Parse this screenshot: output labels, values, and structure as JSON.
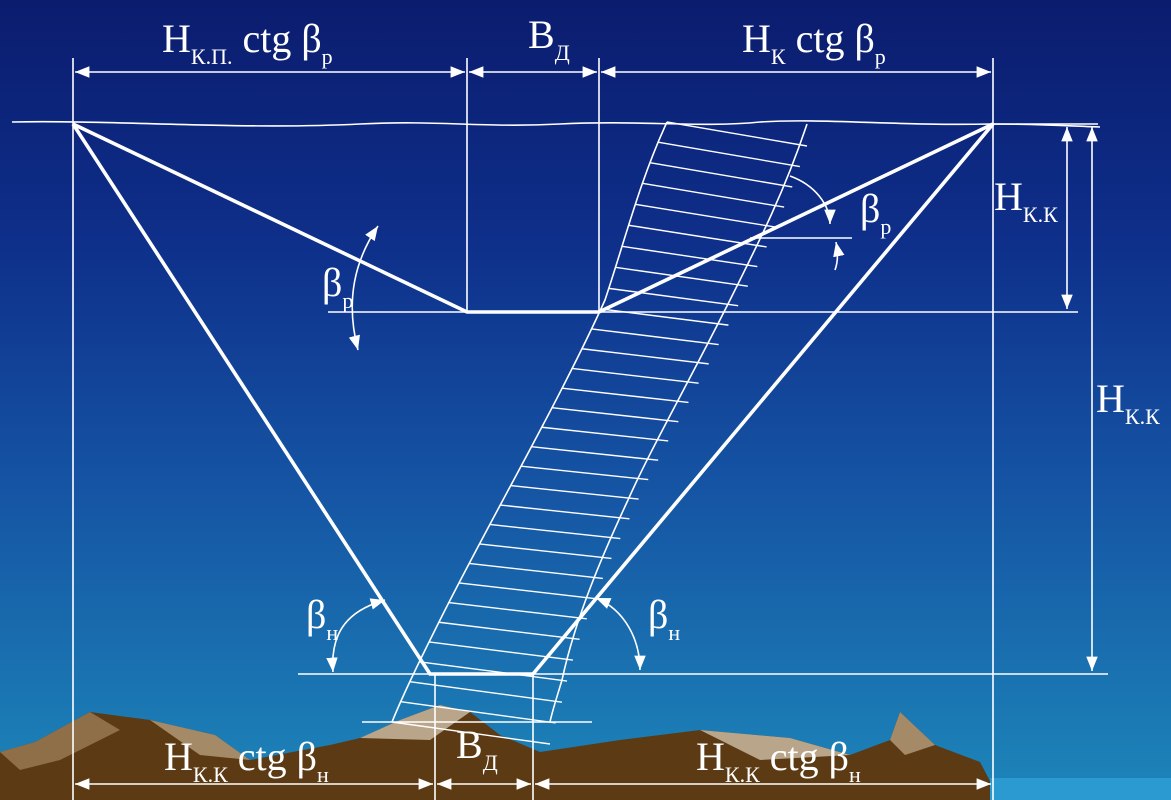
{
  "colors": {
    "background_top": "#0b1c6e",
    "background_bottom": "#1d86b9",
    "lines": "#ffffff",
    "rock": "#5c3a14",
    "rock_light": "#b9a58a"
  },
  "labels": {
    "top_left_dim": {
      "main": "H",
      "sub1": "К.П.",
      "mid": " ctg β",
      "sub2": "p"
    },
    "top_middle_dim": {
      "main": "B",
      "sub1": "Д"
    },
    "top_right_dim": {
      "main": "H",
      "sub1": "К",
      "mid": " ctg β",
      "sub2": "p"
    },
    "right_upper_height": {
      "main": "H",
      "sub1": "К.К"
    },
    "right_total_height": {
      "main": "H",
      "sub1": "К.К"
    },
    "angle_upper_left": {
      "main": "β",
      "sub1": "p"
    },
    "angle_upper_right": {
      "main": "β",
      "sub1": "p"
    },
    "angle_lower_left": {
      "main": "β",
      "sub1": "н"
    },
    "angle_lower_right": {
      "main": "β",
      "sub1": "н"
    },
    "bottom_left_dim": {
      "main": "H",
      "sub1": "К.К",
      "mid": " ctg β",
      "sub2": "н"
    },
    "bottom_middle_dim": {
      "main": "B",
      "sub1": "Д"
    },
    "bottom_right_dim": {
      "main": "H",
      "sub1": "К.К",
      "mid": " ctg β",
      "sub2": "н"
    }
  }
}
